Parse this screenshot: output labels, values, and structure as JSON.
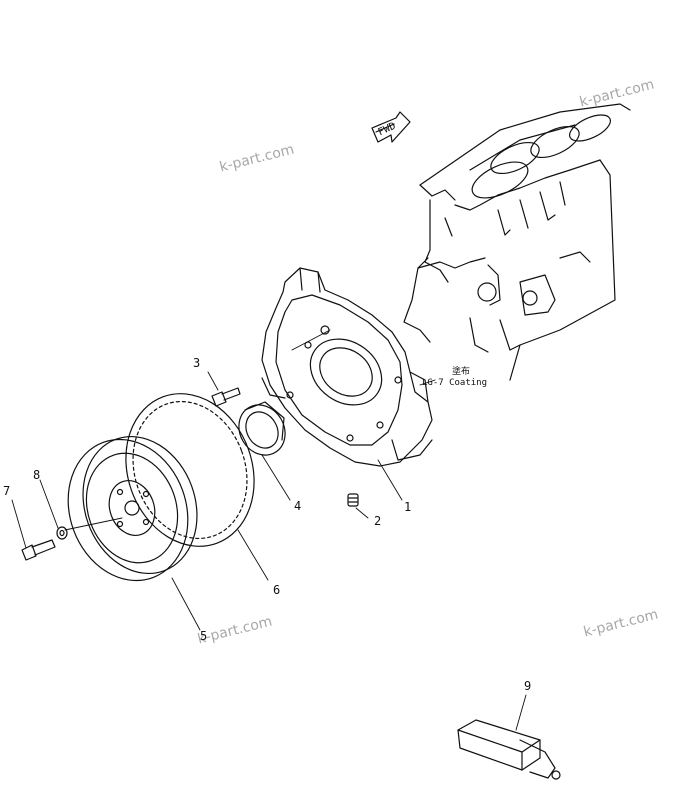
{
  "watermarks": [
    "k-part.com",
    "k-part.com",
    "k-part.com",
    "k-part.com"
  ],
  "fwd_label": "FWD",
  "coating_note": {
    "japanese": "塗布",
    "english": "LG-7 Coating"
  },
  "callouts": [
    "1",
    "2",
    "3",
    "4",
    "5",
    "6",
    "7",
    "8",
    "9"
  ],
  "colors": {
    "ink": "#111111",
    "watermark": "#a8a8a8"
  }
}
